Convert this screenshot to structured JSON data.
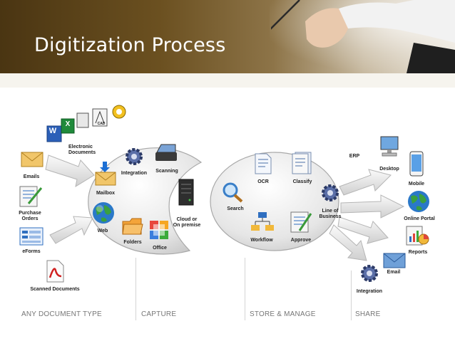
{
  "slide": {
    "title": "Digitization Process"
  },
  "sections": {
    "any_document_type": "ANY DOCUMENT TYPE",
    "capture": "CAPTURE",
    "store_manage": "STORE & MANAGE",
    "share": "SHARE"
  },
  "sources": {
    "electronic_documents": "Electronic\nDocuments",
    "emails": "Emails",
    "purchase_orders": "Purchase\nOrders",
    "eforms": "eForms",
    "scanned_documents": "Scanned Documents"
  },
  "capture": {
    "integration": "Integration",
    "scanning": "Scanning",
    "mailbox": "Mailbox",
    "web": "Web",
    "folders": "Folders",
    "office": "Office",
    "cloud": "Cloud or\nOn premise"
  },
  "store": {
    "ocr": "OCR",
    "classify": "Classify",
    "search": "Search",
    "workflow": "Workflow",
    "approve": "Approve",
    "line_of_business": "Line of\nBusiness"
  },
  "share": {
    "erp": "ERP",
    "desktop": "Desktop",
    "mobile": "Mobile",
    "online_portal": "Online Portal",
    "reports": "Reports",
    "email": "Email",
    "integration": "Integration"
  },
  "icons": {
    "cad_label": "CAD",
    "word_letter": "W",
    "excel_letter": "X"
  }
}
